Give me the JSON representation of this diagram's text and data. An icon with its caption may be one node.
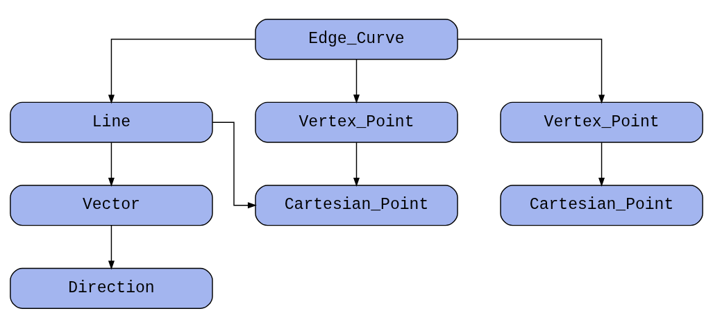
{
  "diagram": {
    "nodes": [
      {
        "text": [
          "Edge_Curve"
        ]
      },
      {
        "text": [
          "Line"
        ]
      },
      {
        "text": [
          "Vertex_Point"
        ]
      },
      {
        "text": [
          "Vertex_Point"
        ]
      },
      {
        "text": [
          "Vector"
        ]
      },
      {
        "text": [
          "Cartesian_Point"
        ]
      },
      {
        "text": [
          "Cartesian_Point"
        ]
      },
      {
        "text": [
          "Direction"
        ]
      }
    ],
    "edges": [
      {
        "from": 0,
        "to": 1,
        "arrow": "to"
      },
      {
        "from": 0,
        "to": 2,
        "arrow": "to"
      },
      {
        "from": 0,
        "to": 3,
        "arrow": "to"
      },
      {
        "from": 1,
        "to": 4,
        "arrow": "to"
      },
      {
        "from": 1,
        "to": 5,
        "arrow": "to"
      },
      {
        "from": 2,
        "to": 5,
        "arrow": "to"
      },
      {
        "from": 3,
        "to": 6,
        "arrow": "to"
      },
      {
        "from": 4,
        "to": 7,
        "arrow": "to"
      }
    ]
  }
}
